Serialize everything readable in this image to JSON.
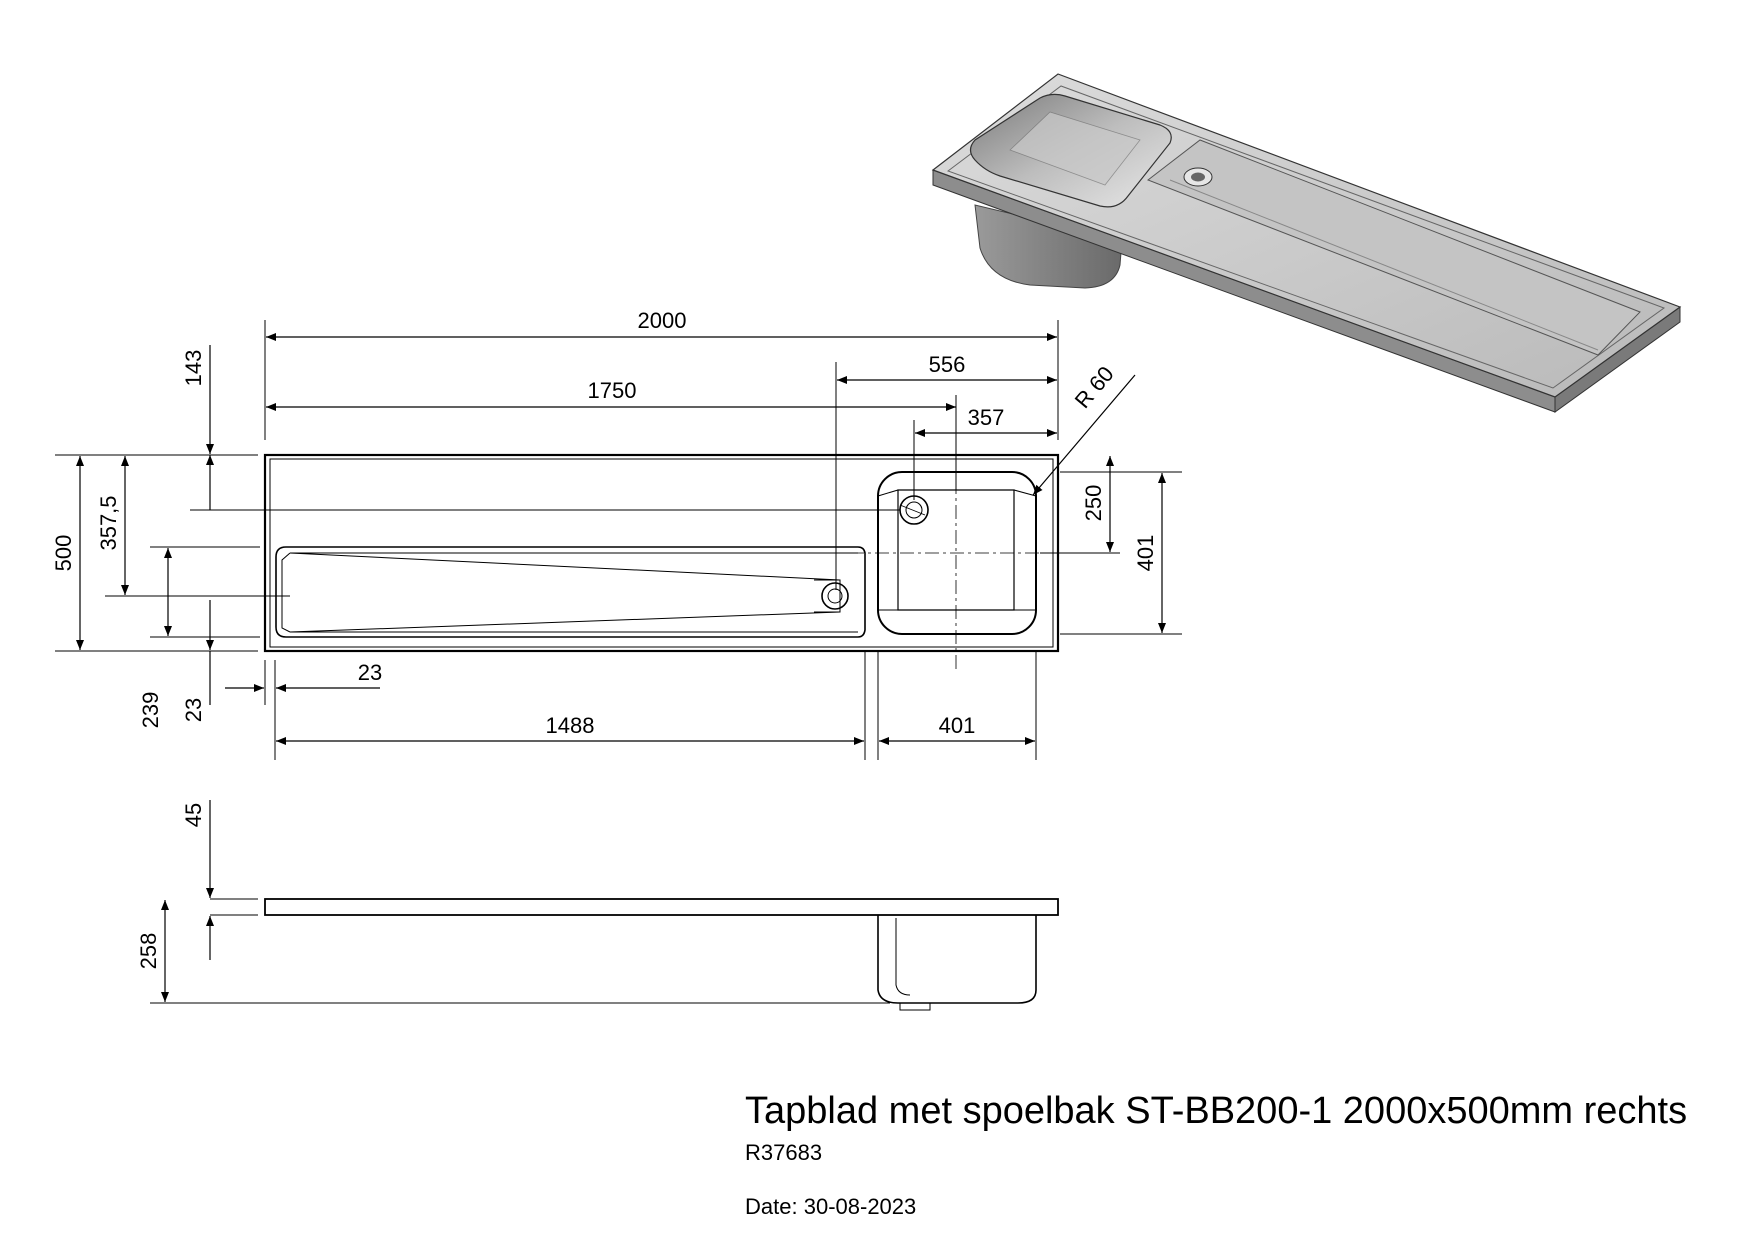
{
  "title_block": {
    "title": "Tapblad met spoelbak ST-BB200-1 2000x500mm rechts",
    "reference": "R37683",
    "date_label": "Date:",
    "date_value": "30-08-2023"
  },
  "dimensions": {
    "overall_length": "2000",
    "length_to_drain": "1750",
    "sink_region": "556",
    "sink_center": "357",
    "corner_radius": "R 60",
    "drainboard_length": "1488",
    "sink_width": "401",
    "edge_offset": "23",
    "overall_depth": "500",
    "drain_offset_depth": "357,5",
    "top_offset": "143",
    "groove_offset": "239",
    "bottom_edge": "23",
    "sink_center_depth": "250",
    "sink_depth": "401",
    "thickness": "45",
    "total_height": "258"
  },
  "colors": {
    "line": "#000000",
    "metal_light": "#d4d4d4",
    "metal_mid": "#a8a8a8",
    "metal_dark": "#6f6f6f"
  }
}
